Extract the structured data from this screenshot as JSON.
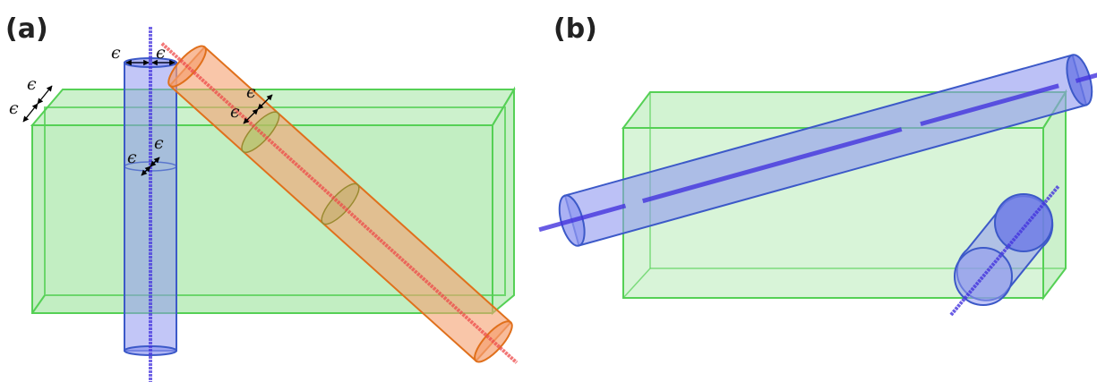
{
  "panels": {
    "a": {
      "label": "(a)"
    },
    "b": {
      "label": "(b)"
    }
  },
  "annotations": {
    "epsilon": "ϵ"
  },
  "colors": {
    "box_fill": "#8fe08f",
    "box_stroke": "#55d055",
    "blue_fill": "#8f97f0",
    "blue_stroke": "#3c59c8",
    "blue_axis": "#4433dd",
    "orange_fill": "#f5a070",
    "orange_stroke": "#e0701c",
    "red_axis": "#ee4a4a"
  }
}
